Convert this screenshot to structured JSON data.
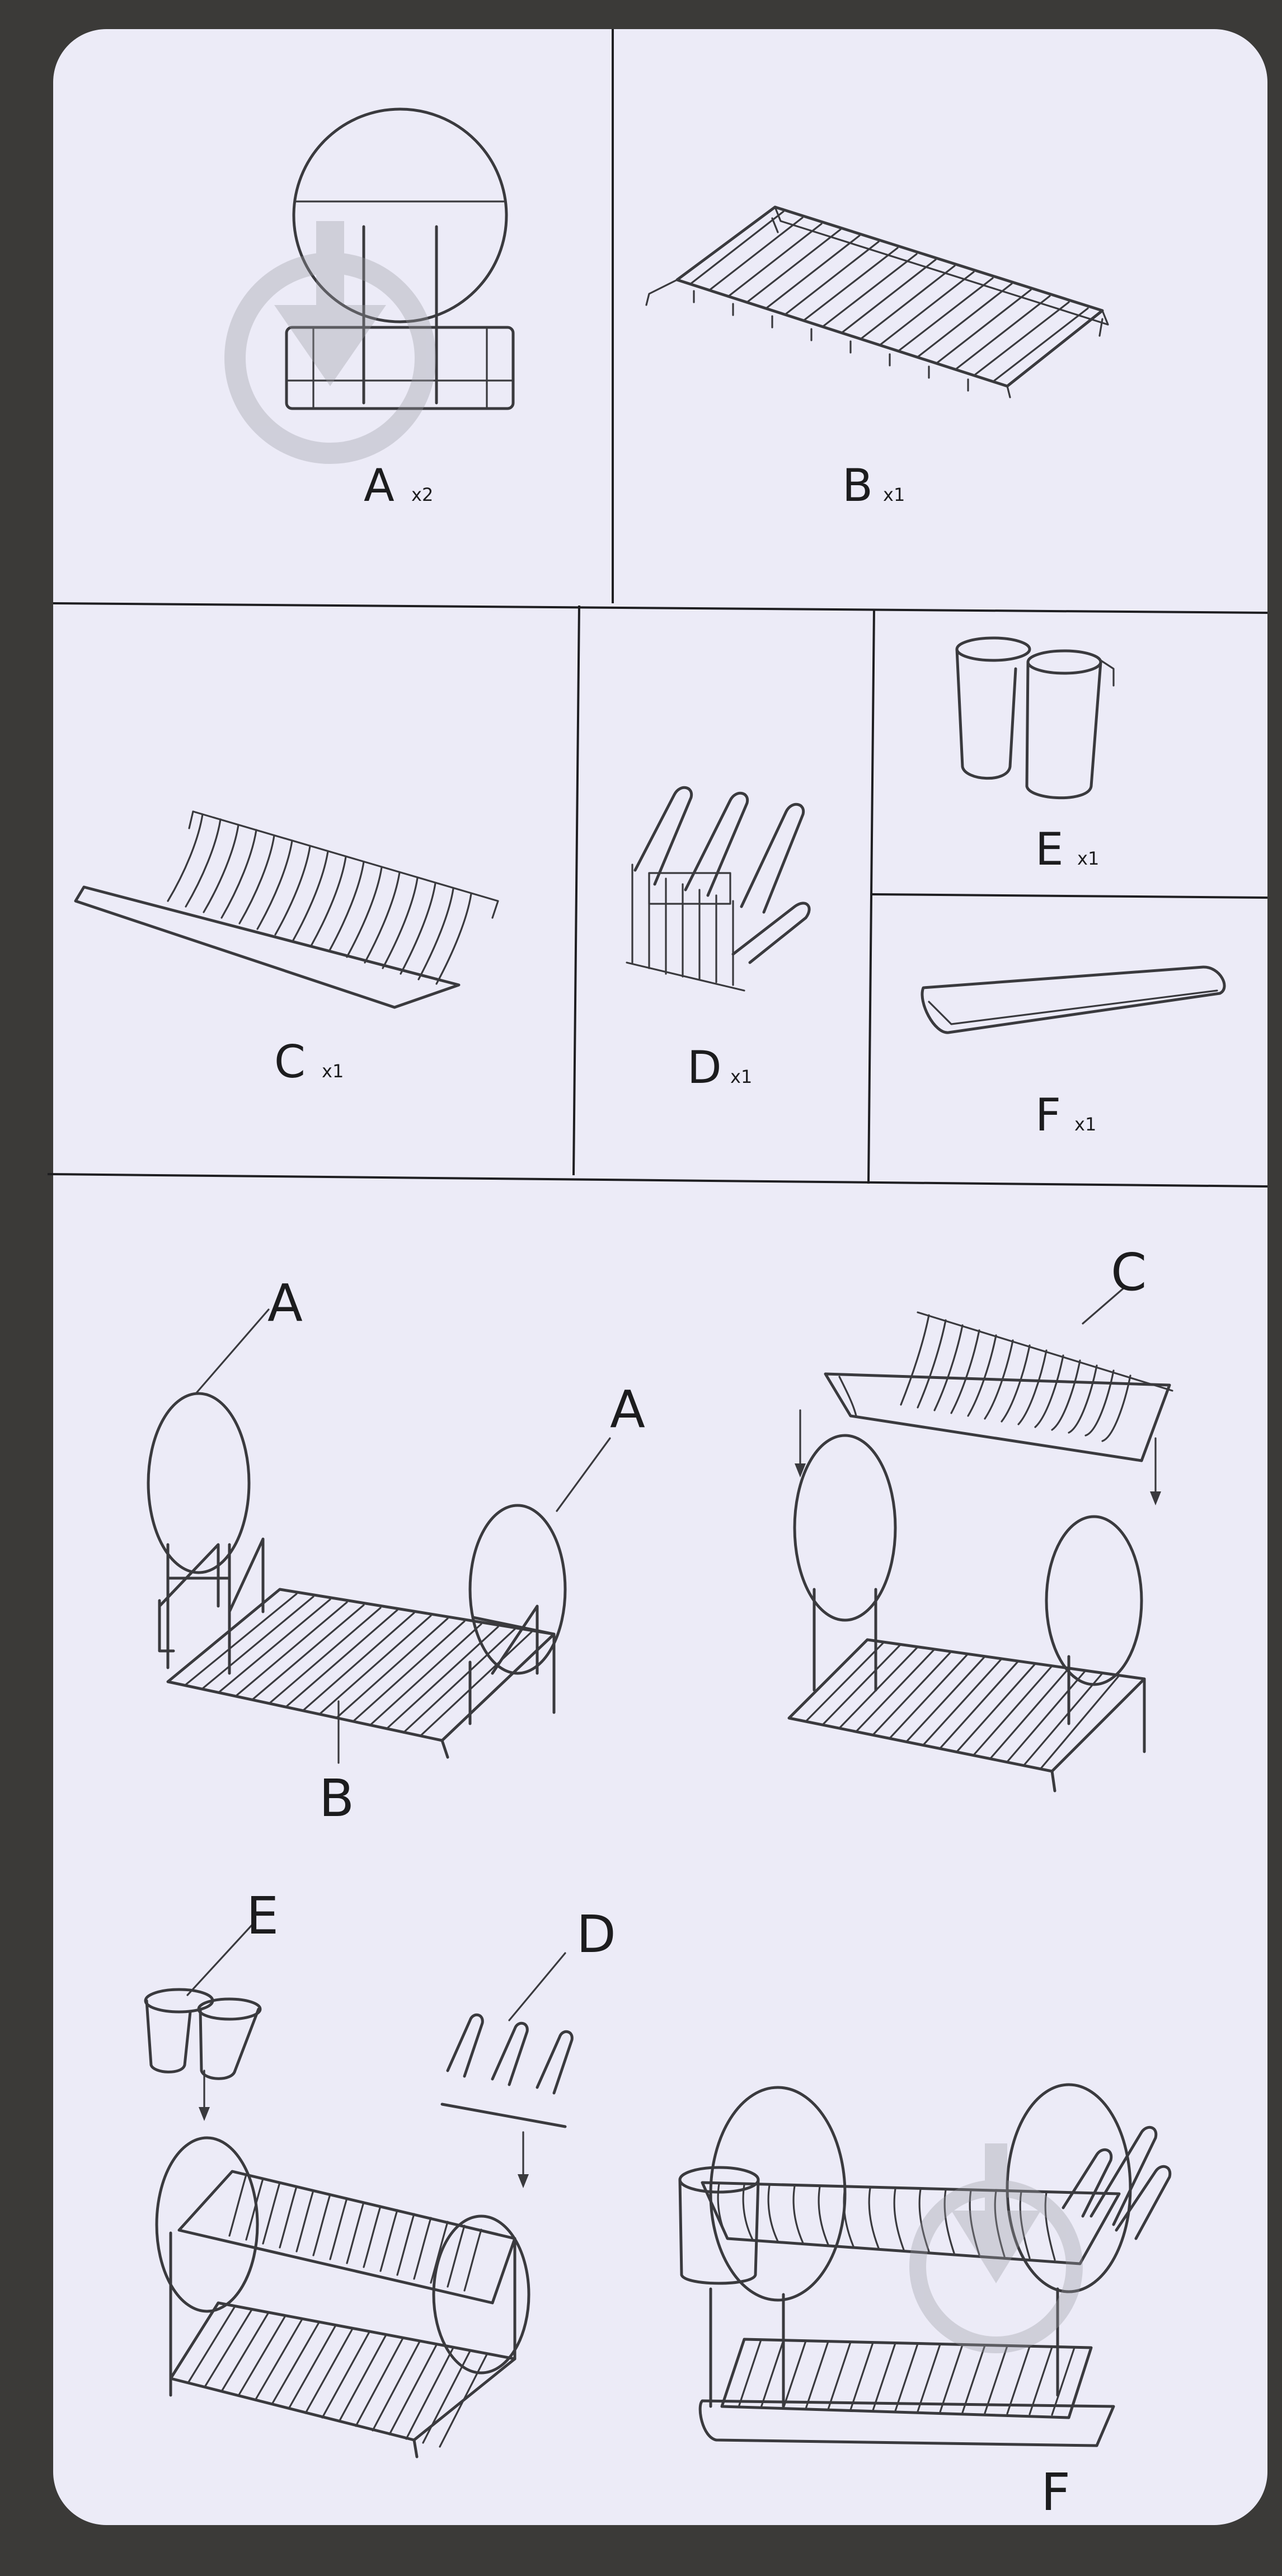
{
  "parts": [
    {
      "letter": "A",
      "qty": "x2"
    },
    {
      "letter": "B",
      "qty": "x1"
    },
    {
      "letter": "C",
      "qty": "x1"
    },
    {
      "letter": "D",
      "qty": "x1"
    },
    {
      "letter": "E",
      "qty": "x1"
    },
    {
      "letter": "F",
      "qty": "x1"
    }
  ],
  "steps": {
    "step1": {
      "callouts": [
        "A",
        "A",
        "B"
      ]
    },
    "step2": {
      "callouts": [
        "C"
      ]
    },
    "step3": {
      "callouts": [
        "E",
        "D"
      ]
    },
    "step4": {
      "callouts": [
        "F"
      ]
    }
  },
  "colors": {
    "background": "#3b3a38",
    "paper": "#ecebf7",
    "ink": "#3a3a3e"
  },
  "icons": [
    "watermark-logo-icon"
  ]
}
